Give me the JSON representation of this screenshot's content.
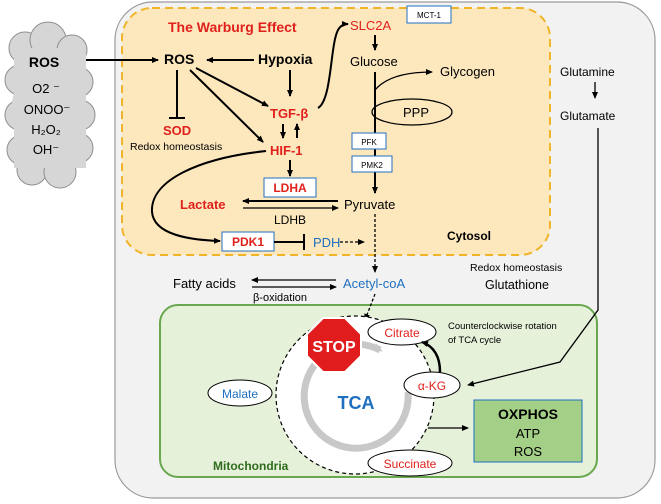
{
  "title": "The Warburg Effect",
  "ros_cloud": {
    "title": "ROS",
    "species": [
      "O2 ⁻",
      "ONOO⁻",
      "H₂O₂",
      "OH⁻"
    ]
  },
  "regions": {
    "cytosol": "Cytosol",
    "mitochondria": "Mitochondria"
  },
  "nodes": {
    "ros": "ROS",
    "hypoxia": "Hypoxia",
    "sod": "SOD",
    "redox_homeostasis_1": "Redox homeostasis",
    "tgf_beta": "TGF-β",
    "hif1": "HIF-1",
    "ldha": "LDHA",
    "lactate": "Lactate",
    "ldhb": "LDHB",
    "pyruvate": "Pyruvate",
    "pdk1": "PDK1",
    "pdh": "PDH",
    "slc2a": "SLC2A",
    "mct1": "MCT-1",
    "glucose": "Glucose",
    "glycogen": "Glycogen",
    "ppp": "PPP",
    "pfk": "PFK",
    "pmk2": "PMK2",
    "glutamine": "Glutamine",
    "glutamate": "Glutamate",
    "redox_homeostasis_2": "Redox homeostasis",
    "glutathione": "Glutathione",
    "fatty_acids": "Fatty acids",
    "beta_oxidation": "β-oxidation",
    "acetyl_coa": "Acetyl-coA",
    "citrate": "Citrate",
    "rotation_note_1": "Counterclockwise rotation",
    "rotation_note_2": "of TCA cycle",
    "stop": "STOP",
    "tca": "TCA",
    "malate": "Malate",
    "akg": "α-KG",
    "succinate": "Succinate",
    "oxphos": "OXPHOS",
    "atp": "ATP",
    "ros_out": "ROS"
  },
  "colors": {
    "red": "#e0201b",
    "blue": "#1f6fbf",
    "cytosol_fill": "#fde8be",
    "cytosol_border": "#f0b429",
    "mito_fill": "#e6f1da",
    "mito_border": "#6aa84f",
    "oxphos_fill": "#a3cf86",
    "cell_fill": "#f2f2f2",
    "cell_border": "#9a9a9a"
  }
}
